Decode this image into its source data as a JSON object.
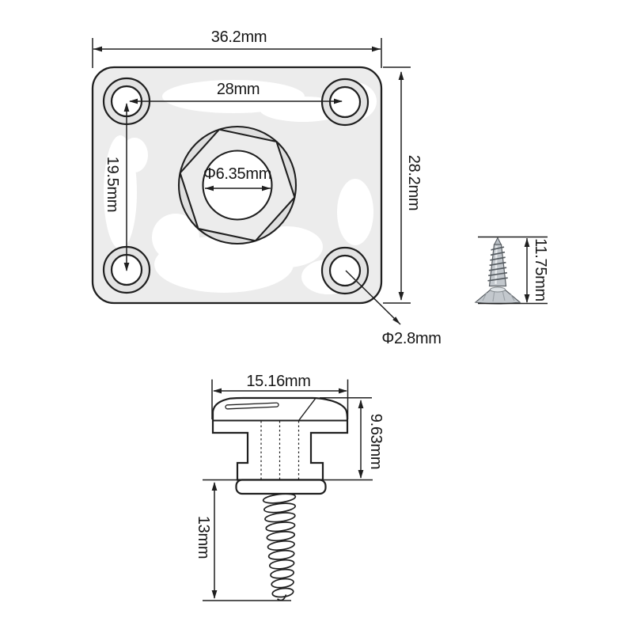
{
  "drawing_title": "guitar jack plate and strap button dimension drawing",
  "colors": {
    "line": "#1f1f1f",
    "plate_fill": "#ececec",
    "shade_fill": "#dfdfdf",
    "metal": "#c3c8cd",
    "background": "#ffffff"
  },
  "jack_plate_view": {
    "overall_width": "36.2mm",
    "hole_spacing_horizontal": "28mm",
    "hole_spacing_vertical": "19.5mm",
    "center_hole_diameter": "Φ6.35mm",
    "overall_height": "28.2mm",
    "corner_hole_diameter": "Φ2.8mm"
  },
  "mounting_screw_view": {
    "screw_length": "11.75mm"
  },
  "strap_button_view": {
    "cap_width": "15.16mm",
    "button_height": "9.63mm",
    "screw_length": "13mm"
  }
}
